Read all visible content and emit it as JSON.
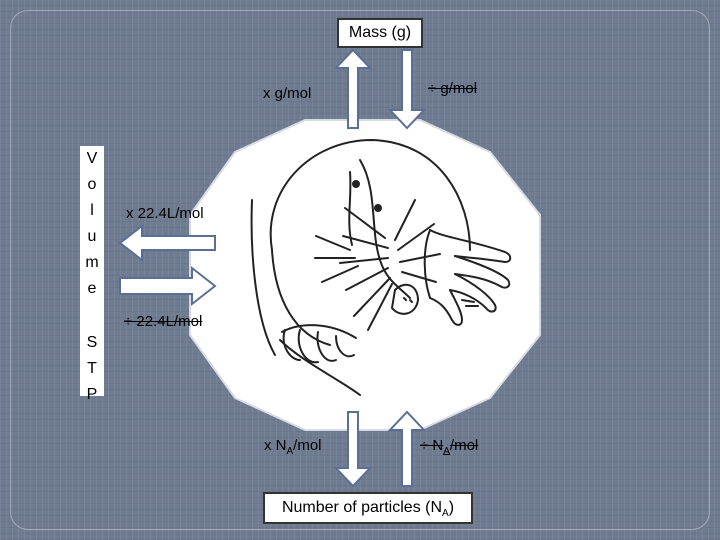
{
  "nodes": {
    "mass": "Mass (g)",
    "particles_main": "Number of particles (N",
    "particles_sub": "A",
    "particles_end": ")"
  },
  "volume_letters": [
    "V",
    "o",
    "l",
    "u",
    "m",
    "e",
    "S",
    "T",
    "P"
  ],
  "labels": {
    "mass_multiply": "x  g/mol",
    "mass_divide": "÷ g/mol",
    "volume_multiply": "x  22.4L/mol",
    "volume_divide": "÷ 22.4L/mol",
    "particles_multiply_main": "x  N",
    "particles_multiply_sub": "A",
    "particles_multiply_end": "/mol",
    "particles_divide_main": "÷ N",
    "particles_divide_sub": "A",
    "particles_divide_end": "/mol"
  },
  "colors": {
    "background": "#6f7b91",
    "arrow_fill": "#ffffff",
    "arrow_stroke": "#5a6f96"
  },
  "center_image": "mole-illustration"
}
